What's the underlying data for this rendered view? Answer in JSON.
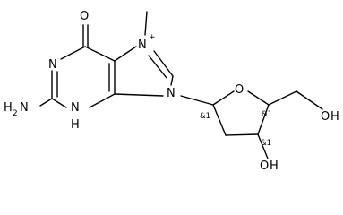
{
  "molecule": {
    "atoms": {
      "O_carbonyl": "O",
      "N7": "N",
      "N7_charge": "+",
      "N1": "N",
      "N9": "N",
      "NH": "N",
      "NH_h": "H",
      "NH2_H": "H",
      "NH2_N": "N",
      "NH2_sub": "2",
      "ring_O": "O",
      "OH_right_O": "O",
      "OH_right_H": "H",
      "OH_bottom_O": "O",
      "OH_bottom_H": "H"
    },
    "stereo_labels": {
      "c1": "&1",
      "c4": "&1",
      "c3": "&1"
    }
  }
}
